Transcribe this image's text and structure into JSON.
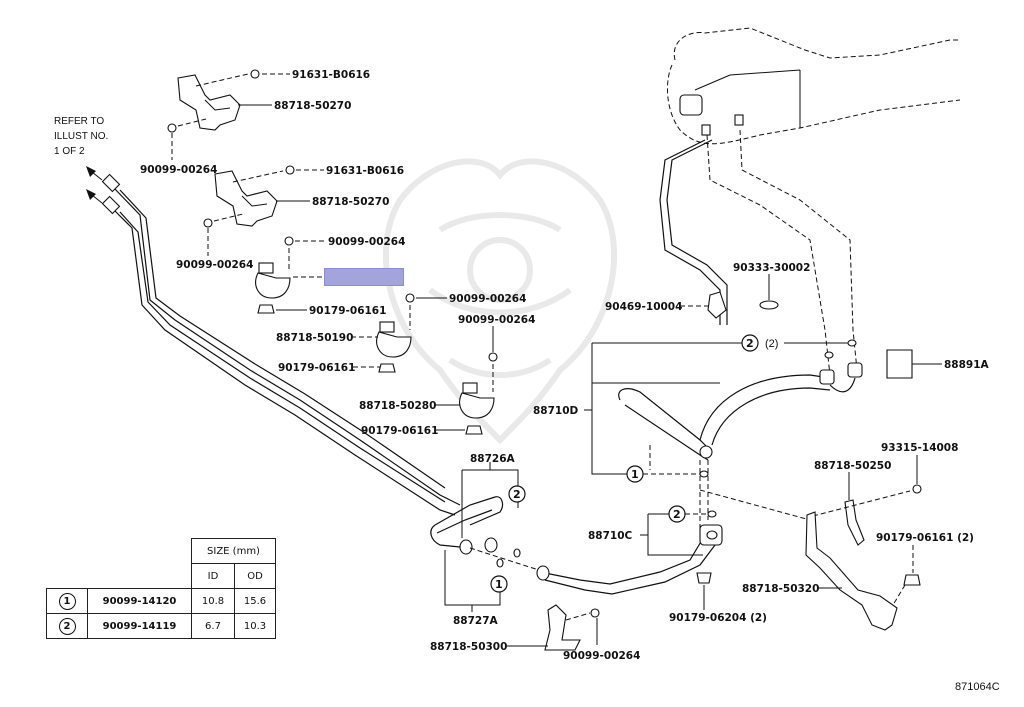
{
  "diagram": {
    "figure_id": "871064C",
    "refer_note": [
      "REFER TO",
      "ILLUST NO.",
      "1 OF 2"
    ],
    "highlight_color": "#a4a4dc",
    "part_labels": {
      "p91631_b0616_a": "91631-B0616",
      "p88718_50270_a": "88718-50270",
      "p90099_00264_a": "90099-00264",
      "p91631_b0616_b": "91631-B0616",
      "p88718_50270_b": "88718-50270",
      "p90099_00264_b": "90099-00264",
      "p90099_00264_c": "90099-00264",
      "p90179_06161_a": "90179-06161",
      "p90099_00264_d": "90099-00264",
      "p90099_00264_e": "90099-00264",
      "p88718_50190": "88718-50190",
      "p90179_06161_b": "90179-06161",
      "p88718_50280": "88718-50280",
      "p90179_06161_c": "90179-06161",
      "p88726a": "88726A",
      "p88727a": "88727A",
      "p88718_50300": "88718-50300",
      "p90099_00264_f": "90099-00264",
      "p88710c": "88710C",
      "p90179_06204": "90179-06204 (2)",
      "p88710d": "88710D",
      "p90333_30002": "90333-30002",
      "p90469_10004": "90469-10004",
      "p88891a": "88891A",
      "p93315_14008": "93315-14008",
      "p88718_50250": "88718-50250",
      "p90179_06161_d": "90179-06161 (2)",
      "p88718_50320": "88718-50320"
    },
    "callouts": {
      "one": "1",
      "two": "2",
      "two_qty": "(2)"
    }
  },
  "size_table": {
    "header_size": "SIZE (mm)",
    "header_id": "ID",
    "header_od": "OD",
    "rows": [
      {
        "ref": "1",
        "part": "90099-14120",
        "id": "10.8",
        "od": "15.6"
      },
      {
        "ref": "2",
        "part": "90099-14119",
        "id": "6.7",
        "od": "10.3"
      }
    ]
  }
}
